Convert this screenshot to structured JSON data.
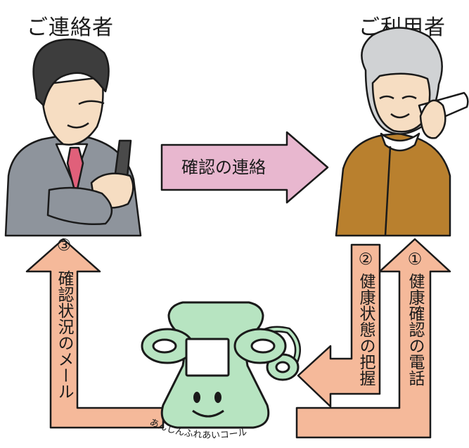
{
  "labels": {
    "contact_person": "ご連絡者",
    "user": "ご利用者",
    "confirmation_contact": "確認の連絡",
    "step1_marker": "①",
    "step1_text": "健康確認の電話",
    "step2_marker": "②",
    "step2_text": "健康状態の把握",
    "step3_marker": "③",
    "step3_text": "確認状況のメール",
    "service_name": "あんしんふれあいコール"
  },
  "colors": {
    "arrow_orange": "#f5b99a",
    "arrow_pink": "#e8b7cf",
    "phone_green": "#b7e4c1",
    "suit_gray": "#8e949c",
    "cardigan_brown": "#b9802e",
    "outline": "#1a1a1a"
  }
}
